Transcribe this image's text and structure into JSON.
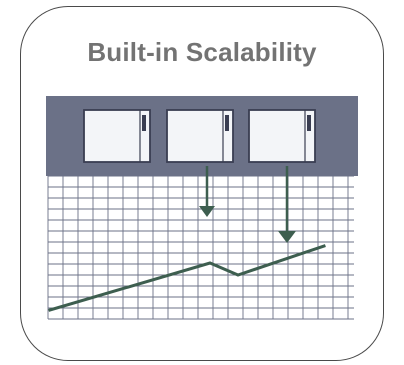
{
  "card": {
    "title": "Built-in Scalability"
  },
  "illustration": {
    "colors": {
      "header_band": "#6b7187",
      "server_fill": "#f3f5f8",
      "server_stroke": "#3a3e52",
      "grid_background": "#ffffff",
      "grid_line": "#6b7187",
      "arrow": "#3d5e4f",
      "trend_line": "#3d5e4f"
    },
    "server_count": 3,
    "server_icon": "server-box-icon",
    "arrow_icon": "down-arrow-icon",
    "trend_icon": "growth-trend-line"
  }
}
